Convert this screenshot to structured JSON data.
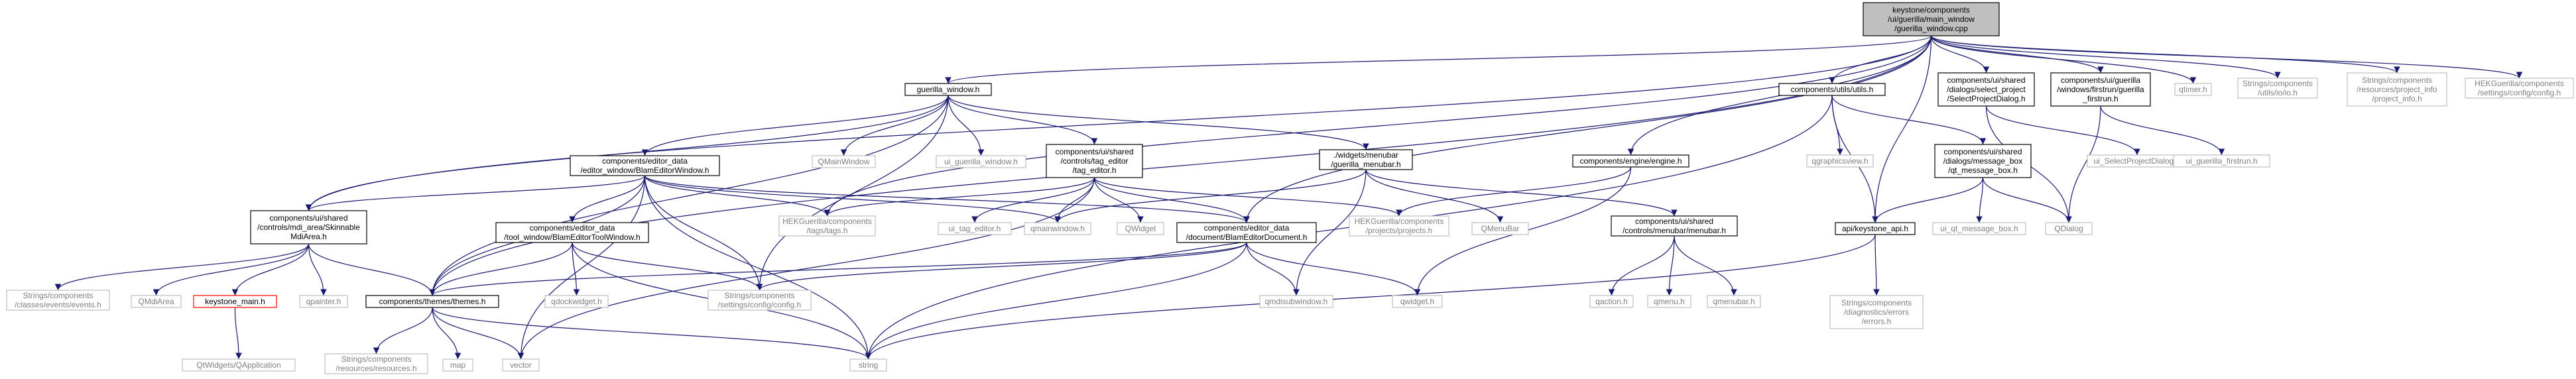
{
  "colors": {
    "edge": "#191970",
    "root_fill": "#bfbfbf",
    "node_border": "#000000",
    "missing_border": "#bfbfbf",
    "error_border": "#ff0000",
    "missing_text": "#808080"
  },
  "nodes": [
    {
      "id": "root",
      "kind": "root",
      "lines": [
        "keystone/components",
        "/ui/guerilla/main_window",
        "/guerilla_window.cpp"
      ]
    },
    {
      "id": "guerilla_window_h",
      "kind": "normal",
      "lines": [
        "guerilla_window.h"
      ]
    },
    {
      "id": "blam_editor_window_h",
      "kind": "normal",
      "lines": [
        "components/editor_data",
        "/editor_window/BlamEditorWindow.h"
      ]
    },
    {
      "id": "qmainwindow_cap",
      "kind": "missing",
      "lines": [
        "QMainWindow"
      ]
    },
    {
      "id": "ui_guerilla_window_h",
      "kind": "missing",
      "lines": [
        "ui_guerilla_window.h"
      ]
    },
    {
      "id": "tag_editor_h",
      "kind": "normal",
      "lines": [
        "components/ui/shared",
        "/controls/tag_editor",
        "/tag_editor.h"
      ]
    },
    {
      "id": "guerilla_menubar_h",
      "kind": "normal",
      "lines": [
        "./widgets/menubar",
        "/guerilla_menubar.h"
      ]
    },
    {
      "id": "engine_h",
      "kind": "normal",
      "lines": [
        "components/engine/engine.h"
      ]
    },
    {
      "id": "utils_h",
      "kind": "normal",
      "lines": [
        "components/utils/utils.h"
      ]
    },
    {
      "id": "select_project_dialog_h",
      "kind": "normal",
      "lines": [
        "components/ui/shared",
        "/dialogs/select_project",
        "/SelectProjectDialog.h"
      ]
    },
    {
      "id": "guerilla_firstrun_h",
      "kind": "normal",
      "lines": [
        "components/ui/guerilla",
        "/windows/firstrun/guerilla",
        "_firstrun.h"
      ]
    },
    {
      "id": "qtimer_h",
      "kind": "missing",
      "lines": [
        "qtimer.h"
      ]
    },
    {
      "id": "utils_io_h",
      "kind": "missing",
      "lines": [
        "Strings/components",
        "/utils/io/io.h"
      ]
    },
    {
      "id": "project_info_h",
      "kind": "missing",
      "lines": [
        "Strings/components",
        "/resources/project_info",
        "/project_info.h"
      ]
    },
    {
      "id": "hek_config_h",
      "kind": "missing",
      "lines": [
        "HEKGuerilla/components",
        "/settings/config/config.h"
      ]
    },
    {
      "id": "skinnable_mdi_area_h",
      "kind": "normal",
      "lines": [
        "components/ui/shared",
        "/controls/mdi_area/Skinnable",
        "MdiArea.h"
      ]
    },
    {
      "id": "blam_editor_tool_window_h",
      "kind": "normal",
      "lines": [
        "components/editor_data",
        "/tool_window/BlamEditorToolWindow.h"
      ]
    },
    {
      "id": "hek_tags_h",
      "kind": "missing",
      "lines": [
        "HEKGuerilla/components",
        "/tags/tags.h"
      ]
    },
    {
      "id": "ui_tag_editor_h",
      "kind": "missing",
      "lines": [
        "ui_tag_editor.h"
      ]
    },
    {
      "id": "qmainwindow_h",
      "kind": "missing",
      "lines": [
        "qmainwindow.h"
      ]
    },
    {
      "id": "qwidget_cap",
      "kind": "missing",
      "lines": [
        "QWidget"
      ]
    },
    {
      "id": "blam_editor_document_h",
      "kind": "normal",
      "lines": [
        "components/editor_data",
        "/document/BlamEditorDocument.h"
      ]
    },
    {
      "id": "hek_projects_h",
      "kind": "missing",
      "lines": [
        "HEKGuerilla/components",
        "/projects/projects.h"
      ]
    },
    {
      "id": "qmenubar_cap",
      "kind": "missing",
      "lines": [
        "QMenuBar"
      ]
    },
    {
      "id": "menubar_h",
      "kind": "normal",
      "lines": [
        "components/ui/shared",
        "/controls/menubar/menubar.h"
      ]
    },
    {
      "id": "qgraphicsview_h",
      "kind": "missing",
      "lines": [
        "qgraphicsview.h"
      ]
    },
    {
      "id": "qt_message_box_h",
      "kind": "normal",
      "lines": [
        "components/ui/shared",
        "/dialogs/message_box",
        "/qt_message_box.h"
      ]
    },
    {
      "id": "ui_select_project_dialog_h",
      "kind": "missing",
      "lines": [
        "ui_SelectProjectDialog.h"
      ]
    },
    {
      "id": "ui_guerilla_firstrun_h",
      "kind": "missing",
      "lines": [
        "ui_guerilla_firstrun.h"
      ]
    },
    {
      "id": "events_h",
      "kind": "missing",
      "lines": [
        "Strings/components",
        "/classes/events/events.h"
      ]
    },
    {
      "id": "qmdiarea_cap",
      "kind": "missing",
      "lines": [
        "QMdiArea"
      ]
    },
    {
      "id": "keystone_main_h",
      "kind": "error",
      "lines": [
        "keystone_main.h"
      ]
    },
    {
      "id": "qpainter_h",
      "kind": "missing",
      "lines": [
        "qpainter.h"
      ]
    },
    {
      "id": "themes_h",
      "kind": "normal",
      "lines": [
        "components/themes/themes.h"
      ]
    },
    {
      "id": "qdockwidget_h",
      "kind": "missing",
      "lines": [
        "qdockwidget.h"
      ]
    },
    {
      "id": "strings_config_h",
      "kind": "missing",
      "lines": [
        "Strings/components",
        "/settings/config/config.h"
      ]
    },
    {
      "id": "qmdisubwindow_h",
      "kind": "missing",
      "lines": [
        "qmdisubwindow.h"
      ]
    },
    {
      "id": "qwidget_h",
      "kind": "missing",
      "lines": [
        "qwidget.h"
      ]
    },
    {
      "id": "qaction_h",
      "kind": "missing",
      "lines": [
        "qaction.h"
      ]
    },
    {
      "id": "qmenu_h",
      "kind": "missing",
      "lines": [
        "qmenu.h"
      ]
    },
    {
      "id": "qmenubar_h",
      "kind": "missing",
      "lines": [
        "qmenubar.h"
      ]
    },
    {
      "id": "keystone_api_h",
      "kind": "normal",
      "lines": [
        "api/keystone_api.h"
      ]
    },
    {
      "id": "ui_qt_message_box_h",
      "kind": "missing",
      "lines": [
        "ui_qt_message_box.h"
      ]
    },
    {
      "id": "qdialog_cap",
      "kind": "missing",
      "lines": [
        "QDialog"
      ]
    },
    {
      "id": "qapplication",
      "kind": "missing",
      "lines": [
        "QtWidgets/QApplication"
      ]
    },
    {
      "id": "resources_h",
      "kind": "missing",
      "lines": [
        "Strings/components",
        "/resources/resources.h"
      ]
    },
    {
      "id": "map_h",
      "kind": "missing",
      "lines": [
        "map"
      ]
    },
    {
      "id": "vector_h",
      "kind": "missing",
      "lines": [
        "vector"
      ]
    },
    {
      "id": "string_h",
      "kind": "missing",
      "lines": [
        "string"
      ]
    },
    {
      "id": "errors_h",
      "kind": "missing",
      "lines": [
        "Strings/components",
        "/diagnostics/errors",
        "/errors.h"
      ]
    }
  ],
  "edges": [
    [
      "root",
      "guerilla_window_h"
    ],
    [
      "root",
      "engine_h"
    ],
    [
      "root",
      "utils_h"
    ],
    [
      "root",
      "select_project_dialog_h"
    ],
    [
      "root",
      "guerilla_firstrun_h"
    ],
    [
      "root",
      "qtimer_h"
    ],
    [
      "root",
      "utils_io_h"
    ],
    [
      "root",
      "project_info_h"
    ],
    [
      "root",
      "hek_config_h"
    ],
    [
      "root",
      "keystone_api_h"
    ],
    [
      "root",
      "skinnable_mdi_area_h"
    ],
    [
      "root",
      "hek_tags_h"
    ],
    [
      "root",
      "themes_h"
    ],
    [
      "root",
      "blam_editor_document_h"
    ],
    [
      "guerilla_window_h",
      "blam_editor_window_h"
    ],
    [
      "guerilla_window_h",
      "qmainwindow_cap"
    ],
    [
      "guerilla_window_h",
      "ui_guerilla_window_h"
    ],
    [
      "guerilla_window_h",
      "tag_editor_h"
    ],
    [
      "guerilla_window_h",
      "guerilla_menubar_h"
    ],
    [
      "guerilla_window_h",
      "skinnable_mdi_area_h"
    ],
    [
      "guerilla_window_h",
      "strings_config_h"
    ],
    [
      "guerilla_window_h",
      "themes_h"
    ],
    [
      "blam_editor_window_h",
      "skinnable_mdi_area_h"
    ],
    [
      "blam_editor_window_h",
      "blam_editor_tool_window_h"
    ],
    [
      "blam_editor_window_h",
      "hek_tags_h"
    ],
    [
      "blam_editor_window_h",
      "qmainwindow_h"
    ],
    [
      "blam_editor_window_h",
      "blam_editor_document_h"
    ],
    [
      "blam_editor_window_h",
      "themes_h"
    ],
    [
      "blam_editor_window_h",
      "strings_config_h"
    ],
    [
      "blam_editor_window_h",
      "vector_h"
    ],
    [
      "blam_editor_window_h",
      "string_h"
    ],
    [
      "tag_editor_h",
      "hek_tags_h"
    ],
    [
      "tag_editor_h",
      "ui_tag_editor_h"
    ],
    [
      "tag_editor_h",
      "qmainwindow_h"
    ],
    [
      "tag_editor_h",
      "qwidget_cap"
    ],
    [
      "tag_editor_h",
      "blam_editor_document_h"
    ],
    [
      "tag_editor_h",
      "hek_projects_h"
    ],
    [
      "tag_editor_h",
      "vector_h"
    ],
    [
      "guerilla_menubar_h",
      "qmainwindow_h"
    ],
    [
      "guerilla_menubar_h",
      "qmenubar_cap"
    ],
    [
      "guerilla_menubar_h",
      "menubar_h"
    ],
    [
      "guerilla_menubar_h",
      "qmdisubwindow_h"
    ],
    [
      "engine_h",
      "hek_projects_h"
    ],
    [
      "engine_h",
      "qwidget_h"
    ],
    [
      "utils_h",
      "qgraphicsview_h"
    ],
    [
      "utils_h",
      "qt_message_box_h"
    ],
    [
      "utils_h",
      "keystone_api_h"
    ],
    [
      "utils_h",
      "string_h"
    ],
    [
      "select_project_dialog_h",
      "ui_select_project_dialog_h"
    ],
    [
      "select_project_dialog_h",
      "qdialog_cap"
    ],
    [
      "guerilla_firstrun_h",
      "ui_guerilla_firstrun_h"
    ],
    [
      "guerilla_firstrun_h",
      "qdialog_cap"
    ],
    [
      "qt_message_box_h",
      "keystone_api_h"
    ],
    [
      "qt_message_box_h",
      "ui_qt_message_box_h"
    ],
    [
      "qt_message_box_h",
      "qdialog_cap"
    ],
    [
      "skinnable_mdi_area_h",
      "events_h"
    ],
    [
      "skinnable_mdi_area_h",
      "qmdiarea_cap"
    ],
    [
      "skinnable_mdi_area_h",
      "keystone_main_h"
    ],
    [
      "skinnable_mdi_area_h",
      "qpainter_h"
    ],
    [
      "skinnable_mdi_area_h",
      "themes_h"
    ],
    [
      "keystone_main_h",
      "qapplication"
    ],
    [
      "blam_editor_tool_window_h",
      "themes_h"
    ],
    [
      "blam_editor_tool_window_h",
      "qdockwidget_h"
    ],
    [
      "blam_editor_tool_window_h",
      "strings_config_h"
    ],
    [
      "blam_editor_tool_window_h",
      "string_h"
    ],
    [
      "blam_editor_document_h",
      "themes_h"
    ],
    [
      "blam_editor_document_h",
      "strings_config_h"
    ],
    [
      "blam_editor_document_h",
      "qmdisubwindow_h"
    ],
    [
      "blam_editor_document_h",
      "qwidget_h"
    ],
    [
      "blam_editor_document_h",
      "string_h"
    ],
    [
      "menubar_h",
      "qaction_h"
    ],
    [
      "menubar_h",
      "qmenu_h"
    ],
    [
      "menubar_h",
      "qmenubar_h"
    ],
    [
      "themes_h",
      "resources_h"
    ],
    [
      "themes_h",
      "map_h"
    ],
    [
      "themes_h",
      "vector_h"
    ],
    [
      "themes_h",
      "string_h"
    ],
    [
      "keystone_api_h",
      "errors_h"
    ],
    [
      "keystone_api_h",
      "string_h"
    ]
  ]
}
